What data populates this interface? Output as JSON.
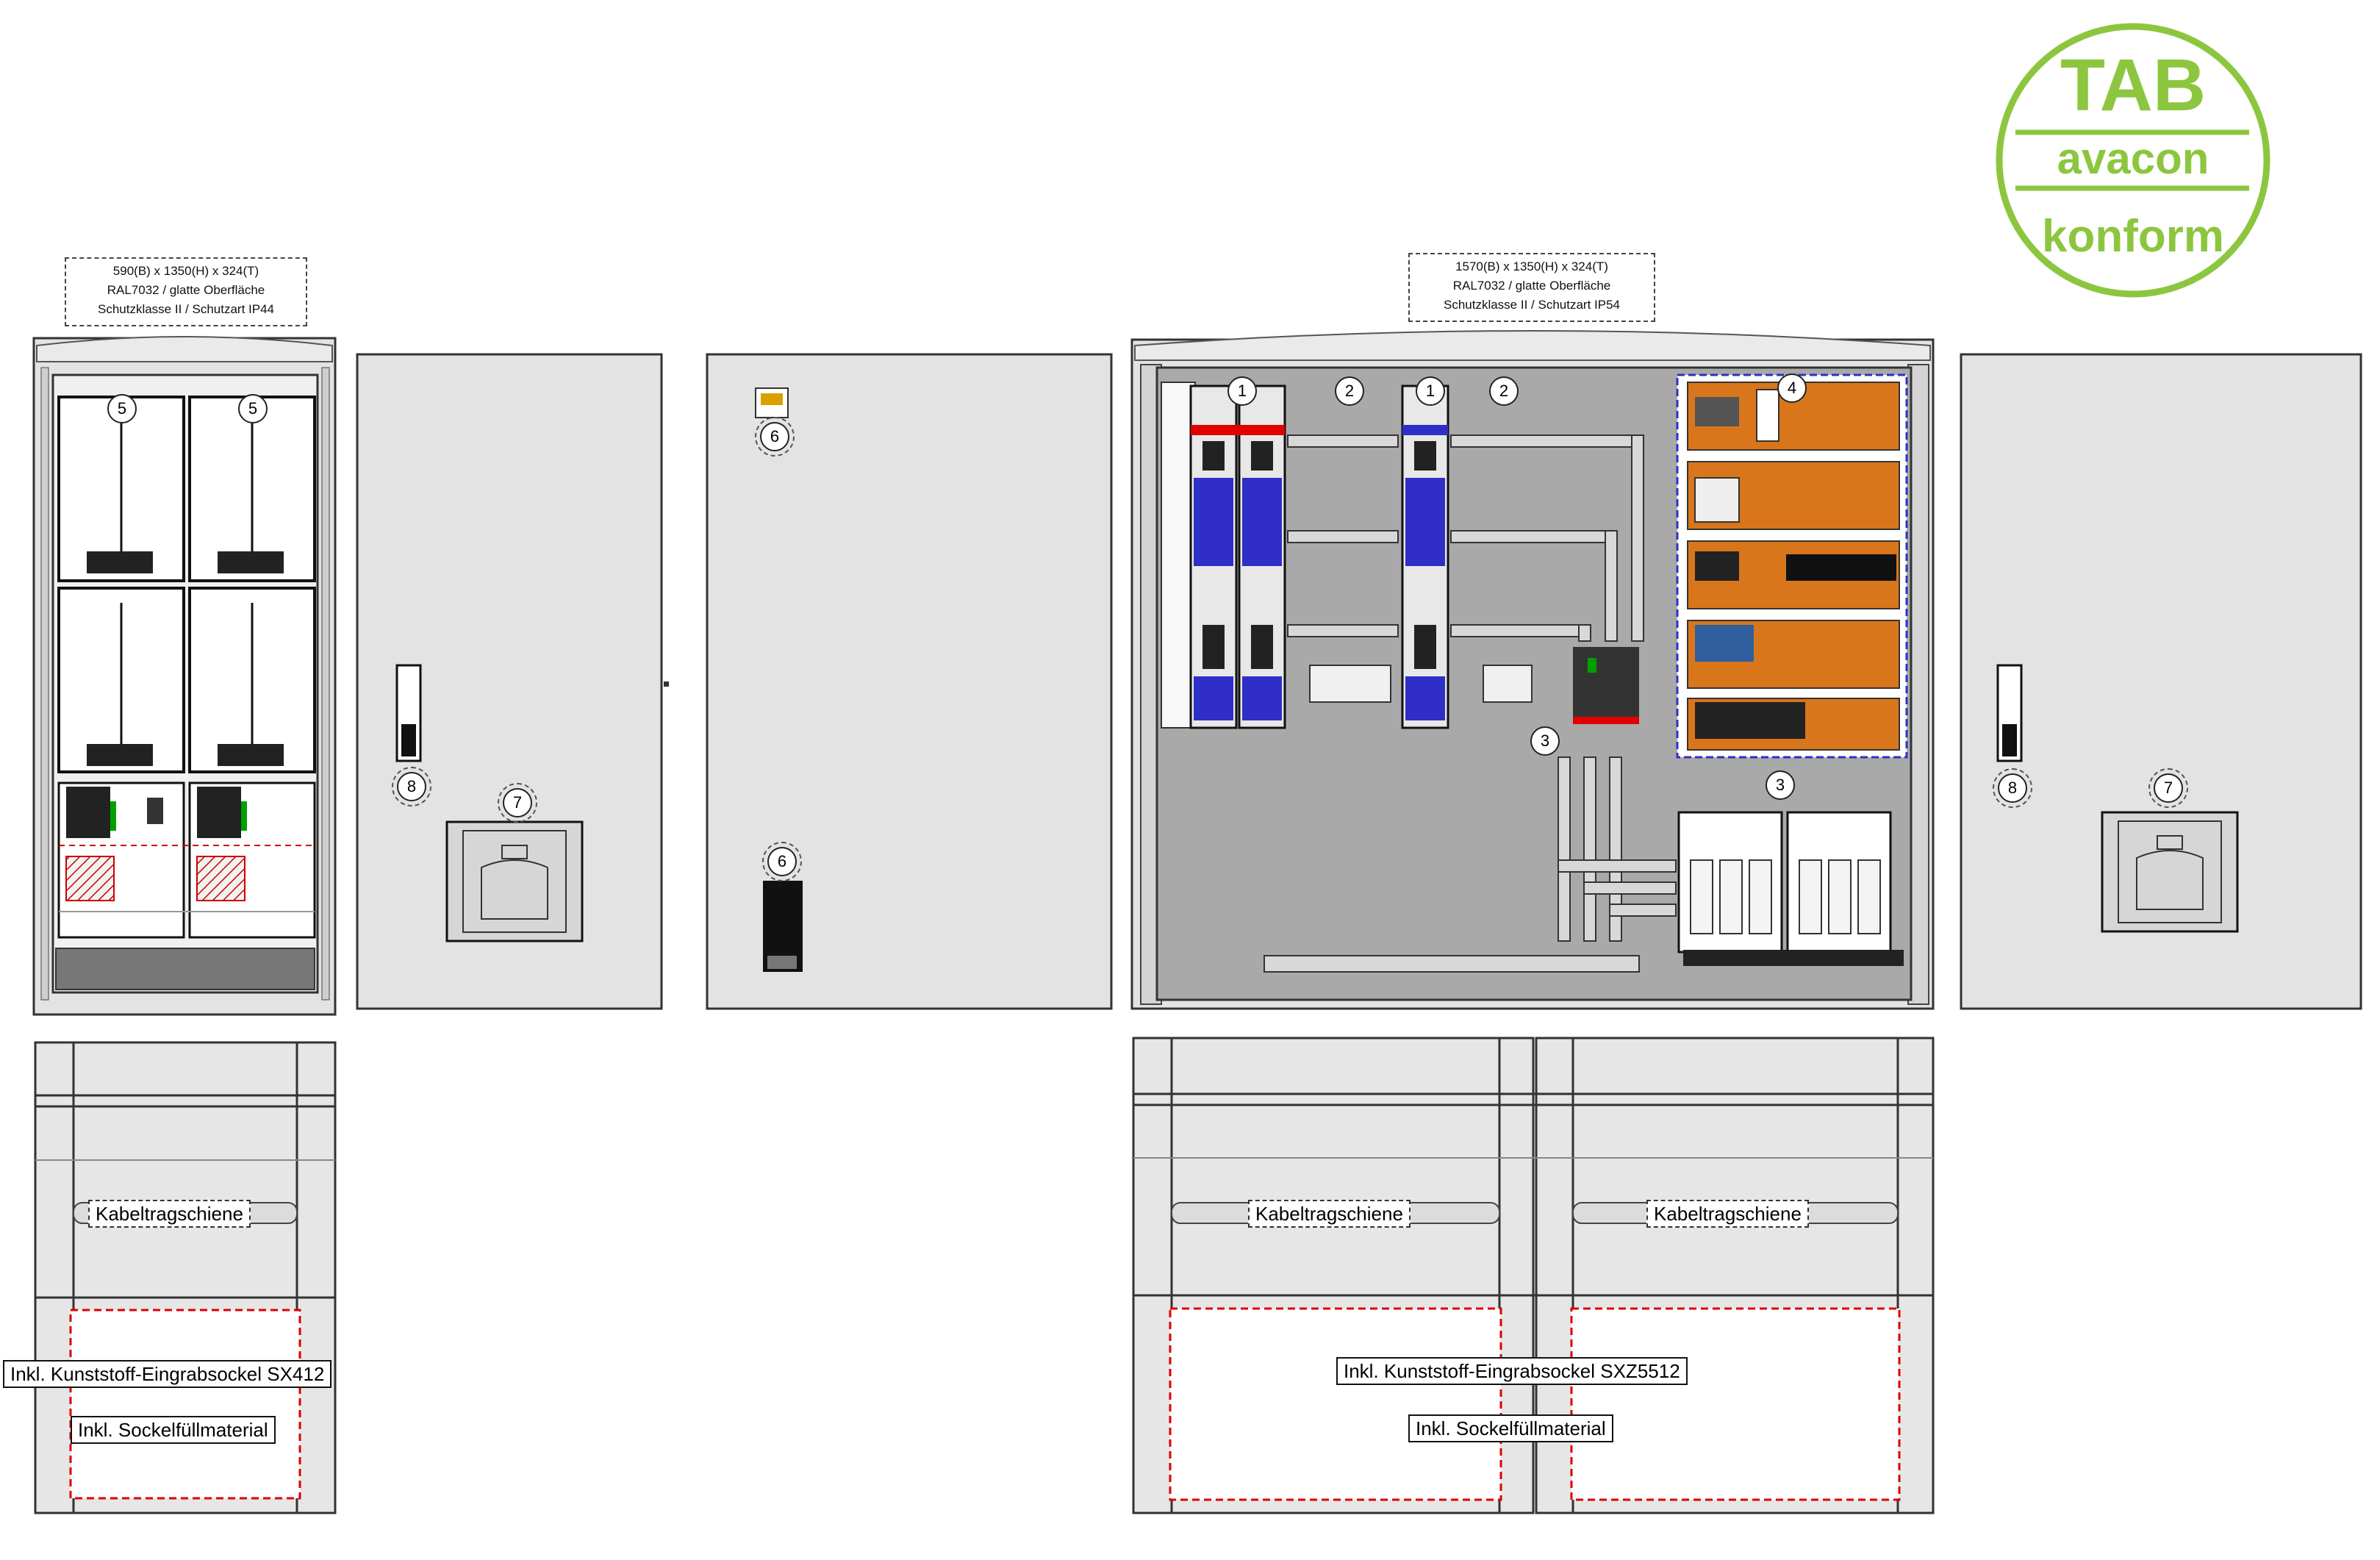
{
  "left_cabinet": {
    "spec_lines": [
      "590(B) x 1350(H) x 324(T)",
      "RAL7032 / glatte Oberfläche",
      "Schutzklasse II / Schutzart IP44"
    ],
    "cable_rail_label": "Kabeltragschiene",
    "base_label": "Inkl. Kunststoff-Eingrabsockel SX412",
    "fill_label": "Inkl. Sockelfüllmaterial"
  },
  "right_cabinet": {
    "spec_lines": [
      "1570(B) x 1350(H) x 324(T)",
      "RAL7032 / glatte Oberfläche",
      "Schutzklasse II / Schutzart IP54"
    ],
    "cable_rail_label_a": "Kabeltragschiene",
    "cable_rail_label_b": "Kabeltragschiene",
    "base_label": "Inkl. Kunststoff-Eingrabsockel SXZ5512",
    "fill_label": "Inkl. Sockelfüllmaterial"
  },
  "markers": {
    "m1": "1",
    "m2": "2",
    "m3": "3",
    "m4": "4",
    "m5": "5",
    "m6": "6",
    "m7": "7",
    "m8": "8"
  },
  "logo": {
    "top": "TAB",
    "middle": "avacon",
    "bottom": "konform",
    "color": "#8cc63f"
  },
  "colors": {
    "cabinet_fill": "#e3e3e3",
    "mounting_plate": "#a9a9a9",
    "fuse_blue": "#2f2fc8",
    "terminal_orange": "#d9761c",
    "accent_red": "#e00000",
    "accent_green": "#00a000"
  }
}
